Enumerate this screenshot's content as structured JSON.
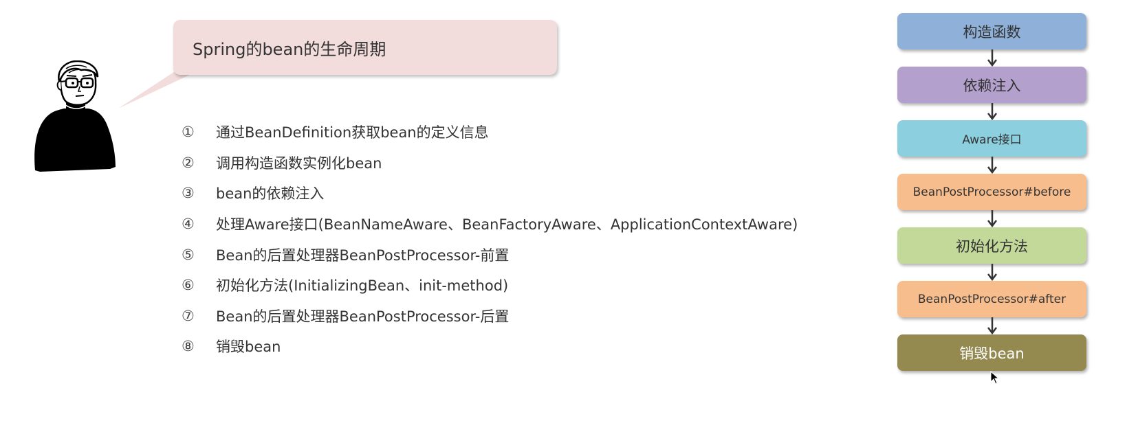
{
  "bubble": {
    "title": "Spring的bean的生命周期"
  },
  "steps": [
    {
      "num": "①",
      "text": "通过BeanDefinition获取bean的定义信息"
    },
    {
      "num": "②",
      "text": "调用构造函数实例化bean"
    },
    {
      "num": "③",
      "text": "bean的依赖注入"
    },
    {
      "num": "④",
      "text": "处理Aware接口(BeanNameAware、BeanFactoryAware、ApplicationContextAware)"
    },
    {
      "num": "⑤",
      "text": "Bean的后置处理器BeanPostProcessor-前置"
    },
    {
      "num": "⑥",
      "text": "初始化方法(InitializingBean、init-method)"
    },
    {
      "num": "⑦",
      "text": "Bean的后置处理器BeanPostProcessor-后置"
    },
    {
      "num": "⑧",
      "text": "销毁bean"
    }
  ],
  "flow": [
    {
      "label": "构造函数",
      "color": "#8fb0d8"
    },
    {
      "label": "依赖注入",
      "color": "#b3a0cc"
    },
    {
      "label": "Aware接口",
      "color": "#8ccfdf"
    },
    {
      "label": "BeanPostProcessor#before",
      "color": "#f8bd8c"
    },
    {
      "label": "初始化方法",
      "color": "#c3d99a"
    },
    {
      "label": "BeanPostProcessor#after",
      "color": "#f8bd8c"
    },
    {
      "label": "销毁bean",
      "color": "#948a50"
    }
  ],
  "icons": {
    "character": "character-thinking-icon",
    "arrow": "arrow-down-icon",
    "cursor": "mouse-cursor-icon"
  }
}
